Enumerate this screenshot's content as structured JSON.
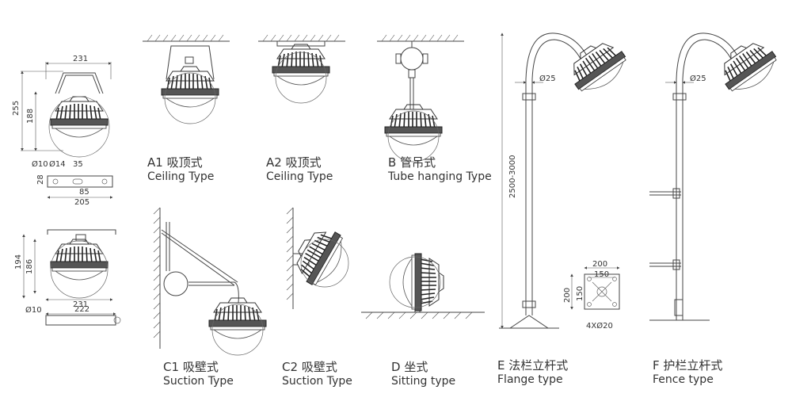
{
  "mounts": [
    {
      "code": "A1",
      "zh": "吸顶式",
      "en": "Ceiling  Type"
    },
    {
      "code": "A2",
      "zh": "吸顶式",
      "en": "Ceiling  Type"
    },
    {
      "code": "B",
      "zh": "管吊式",
      "en": "Tube hanging Type"
    },
    {
      "code": "C1",
      "zh": "吸壁式",
      "en": "Suction Type"
    },
    {
      "code": "C2",
      "zh": "吸壁式",
      "en": "Suction Type"
    },
    {
      "code": "D",
      "zh": "坐式",
      "en": "Sitting type"
    },
    {
      "code": "E",
      "zh": "法栏立杆式",
      "en": "Flange type"
    },
    {
      "code": "F",
      "zh": "护栏立杆式",
      "en": "Fence type"
    }
  ],
  "dimensions": {
    "top_width": "231",
    "height_total": "255",
    "height_body": "188",
    "bracket_hole": "Ø10",
    "bracket_hole2": "Ø14",
    "bracket_35": "35",
    "bracket_28": "28",
    "bracket_85": "85",
    "bracket_205": "205",
    "side_194": "194",
    "side_186": "186",
    "side_231": "231",
    "foot_hole": "Ø10",
    "foot_222": "222",
    "pole_dia_e": "Ø25",
    "pole_dia_f": "Ø25",
    "pole_height": "2500-3000",
    "flange_200_w": "200",
    "flange_150_w": "150",
    "flange_200_h": "200",
    "flange_150_h": "150",
    "flange_holes": "4XØ20"
  }
}
